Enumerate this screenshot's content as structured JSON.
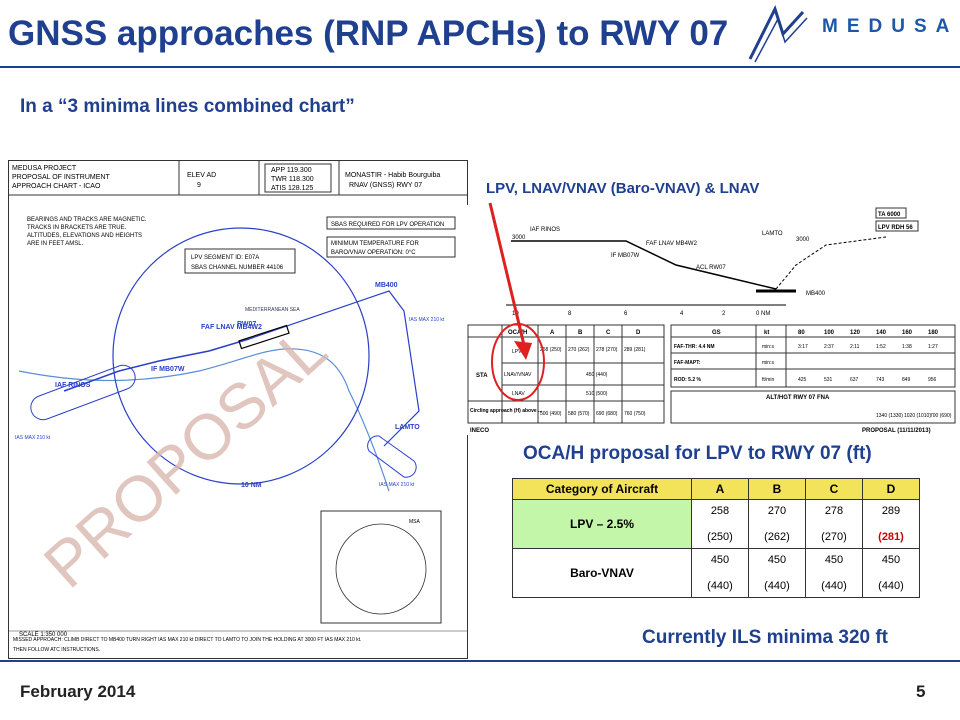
{
  "header": {
    "title": "GNSS approaches (RNP APCHs) to RWY 07",
    "logo_text": "MEDUSA"
  },
  "subtitle": "In a  “3 minima lines combined chart”",
  "approach_chart": {
    "header_left": [
      "MEDUSA PROJECT",
      "PROPOSAL OF INSTRUMENT",
      "APPROACH CHART - ICAO"
    ],
    "elev_label": "ELEV AD",
    "elev_value": "9",
    "freqs": [
      "APP 119.300",
      "TWR 118.300",
      "ATIS 128.125"
    ],
    "header_right": [
      "MONASTIR - Habib Bourguiba",
      "RNAV (GNSS) RWY 07"
    ],
    "notes": [
      "BEARINGS AND TRACKS ARE MAGNETIC.",
      "TRACKS IN BRACKETS ARE TRUE.",
      "ALTITUDES, ELEVATIONS AND HEIGHTS",
      "ARE IN FEET AMSL."
    ],
    "sbas_note": "SBAS REQUIRED FOR LPV OPERATION",
    "min_temp": [
      "MINIMUM TEMPERATURE FOR",
      "BARO/VNAV OPERATION: 0°C"
    ],
    "lpv_segment": [
      "LPV SEGMENT ID: E07A",
      "SBAS CHANNEL NUMBER 44106"
    ],
    "sea_label": "MEDITERRANEAN SEA",
    "waypoints": {
      "iaf_rinos": "IAF RINOS",
      "if_mb07w": "IF MB07W",
      "faf": "FAF LNAV MB4W2",
      "rw07": "RW07",
      "mb400": "MB400",
      "lamto": "LAMTO"
    },
    "ias_labels": [
      "IAS MAX 210 kt",
      "IAS MAX 210 kt",
      "IAS MAX 210 kt"
    ],
    "range_label": "10 NM",
    "watermark": "PROPOSAL",
    "msa_label": "MSA",
    "scale": "SCALE 1:350 000",
    "missed_approach": [
      "MISSED APPROACH: CLIMB DIRECT TO MB400 TURN RIGHT IAS MAX 210 kt DIRECT TO LAMTO TO JOIN THE HOLDING AT 3000 FT IAS MAX 210 kt.",
      "THEN FOLLOW ATC INSTRUCTIONS."
    ]
  },
  "profile": {
    "label": "LPV, LNAV/VNAV (Baro-VNAV) & LNAV",
    "ta_box": "TA 6000",
    "rdh_box": "LPV RDH 56",
    "altitudes": [
      "3000",
      "3000"
    ],
    "waypoints": [
      "IAF RINOS",
      "IF MB07W",
      "FAF LNAV MB4W2",
      "ACL RW07",
      "LAMTO",
      "MB400"
    ],
    "distance_scale": [
      "10",
      "8",
      "6",
      "4",
      "2",
      "0 NM"
    ],
    "oca_header": [
      "OCA/H",
      "A",
      "B",
      "C",
      "D"
    ],
    "oca_rows": [
      {
        "label": "LPV",
        "values": [
          "258 (250)",
          "270 (262)",
          "278 (270)",
          "289 (281)"
        ]
      },
      {
        "label": "LNAV/VNAV",
        "values": [
          "450 (440)"
        ]
      },
      {
        "label": "LNAV",
        "values": [
          "510 (500)"
        ]
      },
      {
        "label": "Circling approach (H) above ...",
        "values": [
          "500 (490)",
          "580 (570)",
          "690 (680)",
          "760 (750)"
        ]
      }
    ],
    "sta_label": "STA",
    "gs_header": [
      "GS",
      "kt",
      "80",
      "100",
      "120",
      "140",
      "160",
      "180"
    ],
    "gs_rows": [
      [
        "FAF-THR: 4.4 NM",
        "min:s",
        "3:17",
        "2:37",
        "2:11",
        "1:52",
        "1:38",
        "1:27"
      ],
      [
        "FAF-MAPT:",
        "min:s",
        "",
        "",
        "",
        "",
        "",
        ""
      ],
      [
        "ROD: 5.2 %",
        "ft/min",
        "425",
        "531",
        "637",
        "743",
        "849",
        "956"
      ]
    ],
    "alt_hgt_title": "ALT/HGT RWY 07 FNA",
    "alt_hgt_values": [
      "1340 (1330)",
      "1020 (1010)",
      "700 (690)"
    ],
    "footer_left": "INECO",
    "footer_right": "PROPOSAL (11/11/2013)"
  },
  "ocah_title": "OCA/H proposal for LPV to RWY 07 (ft)",
  "minima_table": {
    "headers": [
      "Category  of  Aircraft",
      "A",
      "B",
      "C",
      "D"
    ],
    "rows": [
      {
        "category": "LPV – 2.5%",
        "values": [
          "258",
          "270",
          "278",
          "289"
        ],
        "heights": [
          "(250)",
          "(262)",
          "(270)",
          "(281)"
        ]
      },
      {
        "category": "Baro-VNAV",
        "values": [
          "450",
          "450",
          "450",
          "450"
        ],
        "heights": [
          "(440)",
          "(440)",
          "(440)",
          "(440)"
        ]
      }
    ]
  },
  "ils_note": "Currently ILS minima 320 ft",
  "footer": {
    "date": "February 2014",
    "page": "5"
  },
  "colors": {
    "title": "#1f3f8f",
    "chart_line": "#2a40c8",
    "highlight": "#e02020",
    "table_header": "#f2e35a",
    "lpv_cell": "#c3f6a8"
  }
}
